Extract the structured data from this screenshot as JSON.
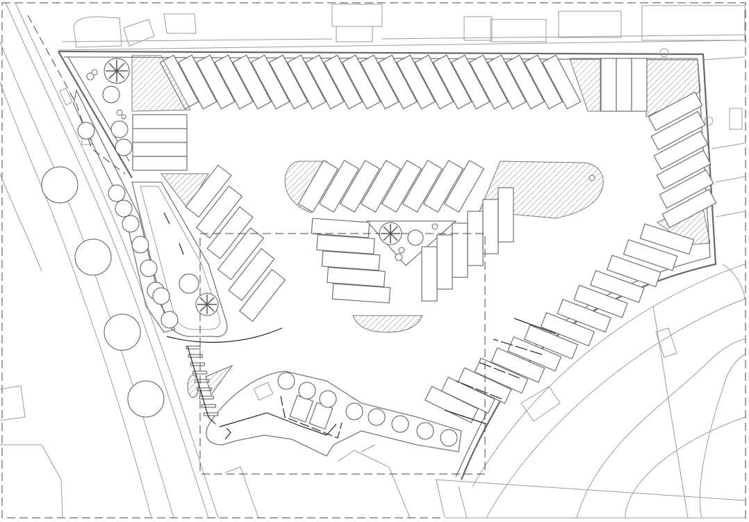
{
  "drawing": {
    "kind": "site-plan",
    "colors": {
      "line": "#777777",
      "dark": "#222222",
      "hatch": "#888888",
      "background": "#ffffff"
    },
    "stall_rows": [
      {
        "id": "north",
        "count": 22
      },
      {
        "id": "north-parallel",
        "count": 3
      },
      {
        "id": "east",
        "count": 6
      },
      {
        "id": "west-angled",
        "count": 6
      },
      {
        "id": "west-perpendicular",
        "count": 4
      },
      {
        "id": "island-top",
        "count": 8
      },
      {
        "id": "island-right",
        "count": 6
      },
      {
        "id": "island-left",
        "count": 5
      },
      {
        "id": "southeast-angled",
        "count": 14
      }
    ]
  }
}
